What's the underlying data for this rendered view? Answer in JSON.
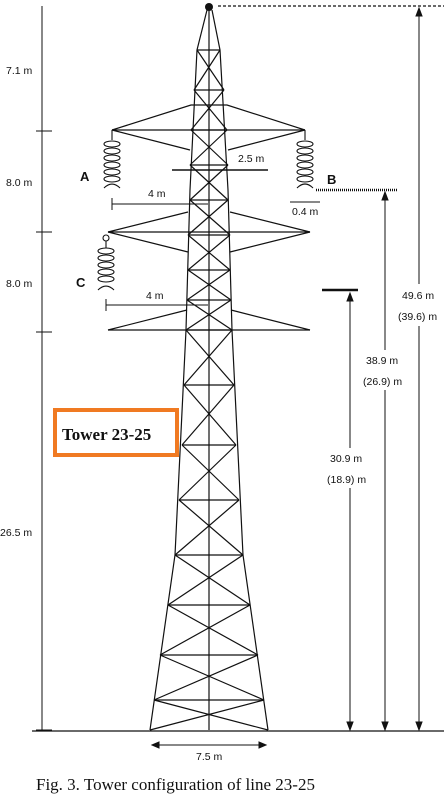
{
  "tower_label": "Tower 23-25",
  "caption": "Fig.  3.  Tower configuration of line 23-25",
  "phases": {
    "a": "A",
    "b": "B",
    "c": "C"
  },
  "left_dimensions": {
    "d1": "7.1 m",
    "d2": "8.0 m",
    "d3": "8.0 m",
    "d4": "26.5 m"
  },
  "arm_dimensions": {
    "upper_arm": "4 m",
    "lower_arm": "4 m",
    "top_offset": "2.5 m",
    "insulator_offset": "0.4 m",
    "base_width": "7.5 m"
  },
  "heights": {
    "total": "49.6 m",
    "total_sag": "(39.6) m",
    "mid": "38.9 m",
    "mid_sag": "(26.9) m",
    "low": "30.9 m",
    "low_sag": "(18.9) m"
  },
  "colors": {
    "tag_border": "#f07a22",
    "line": "#111111"
  }
}
